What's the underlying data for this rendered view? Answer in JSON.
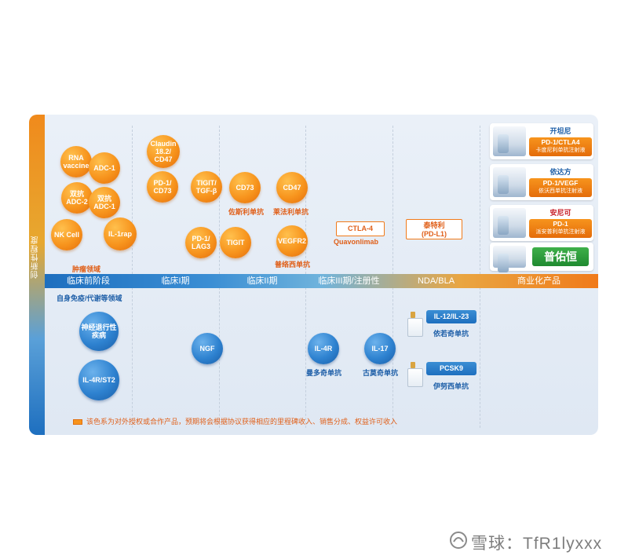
{
  "side_label": "创新性程度",
  "stages": [
    "临床前阶段",
    "临床I期",
    "临床II期",
    "临床III期/注册性",
    "NDA/BLA",
    "商业化产品"
  ],
  "upper": {
    "bubbles": [
      "RNA\nvaccine",
      "ADC-1",
      "双抗\nADC-2",
      "双抗\nADC-1",
      "NK Cell",
      "IL-1rap",
      "Claudin\n18.2/\nCD47",
      "PD-1/\nCD73",
      "TIGIT/\nTGF-β",
      "CD73",
      "CD47",
      "PD-1/\nLAG3",
      "TIGIT",
      "VEGFR2"
    ],
    "labels": {
      "tumor": "肿瘤领域",
      "cd73_drug": "佐斯利单抗",
      "cd47_drug": "莱法利单抗",
      "vegfr2_drug": "普络西单抗",
      "ctla4_box": "CTLA-4",
      "ctla4_drug": "Quavonlimab",
      "pdl1_box": "泰特利\n(PD-L1)"
    }
  },
  "lower": {
    "area_label": "自身免疫/代谢等领域",
    "bubbles": [
      "神经退行性\n疾病",
      "IL-4R/ST2",
      "NGF",
      "IL-4R",
      "IL-17"
    ],
    "labels": {
      "il4r_drug": "曼多奇单抗",
      "il17_drug": "古莫奇单抗"
    },
    "boxes": [
      {
        "label": "IL-12/IL-23",
        "drug": "依若奇单抗"
      },
      {
        "label": "PCSK9",
        "drug": "伊努西单抗"
      }
    ]
  },
  "products": [
    {
      "logo": "开坦尼",
      "target": "PD-1/CTLA4",
      "name": "卡度尼利单抗注射液"
    },
    {
      "logo": "依达方",
      "target": "PD-1/VEGF",
      "name": "依沃西单抗注射液"
    },
    {
      "logo": "安尼可",
      "target": "PD-1",
      "name": "派安普利单抗注射液"
    },
    {
      "logo": "普佑恒"
    }
  ],
  "legend": "该色系为对外授权或合作产品，预期将会根据协议获得相应的里程碑收入、销售分成、权益许可收入",
  "watermark": {
    "brand": "雪球：",
    "user": "TfR1lyxxx"
  },
  "colors": {
    "orange": "#f7941d",
    "blue": "#2e82d0",
    "green": "#2a9a3a"
  }
}
